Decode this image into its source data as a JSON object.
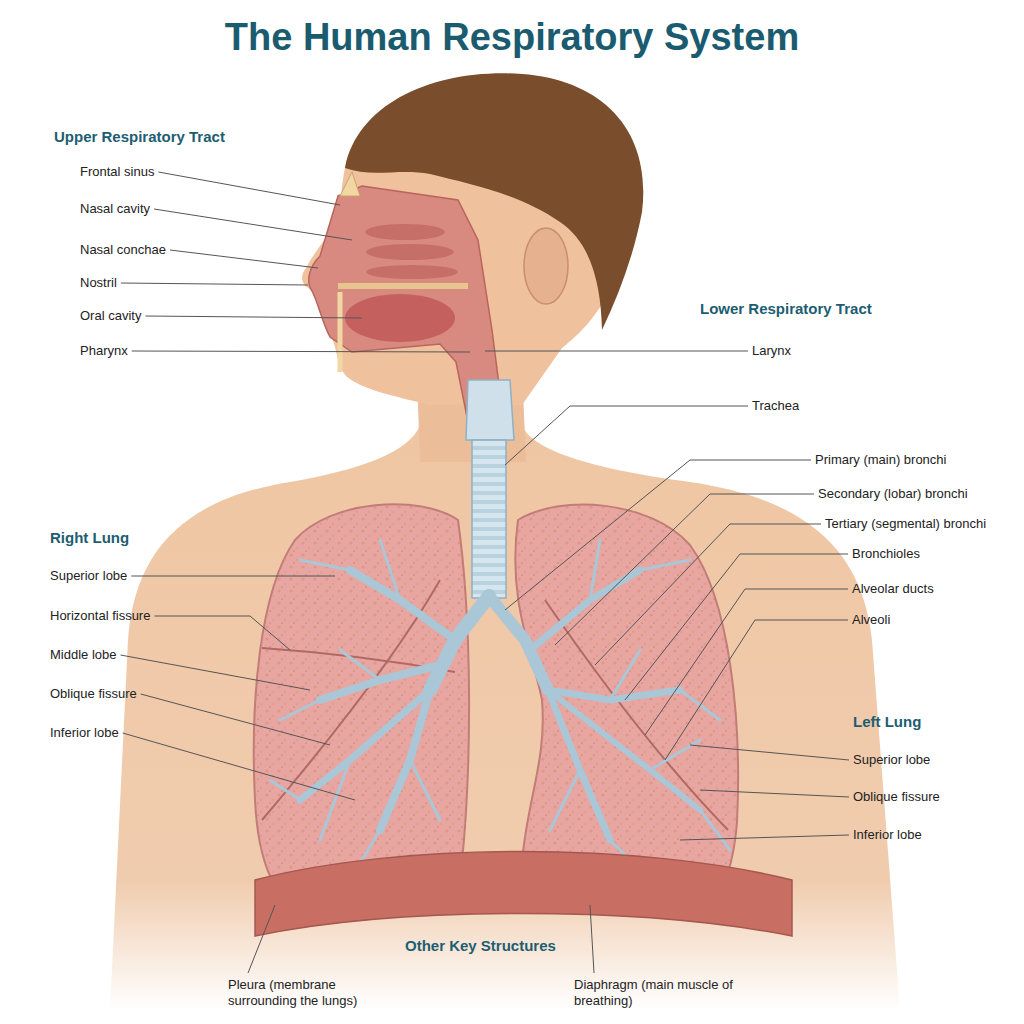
{
  "diagram": {
    "title": "The Human Respiratory System",
    "labels": [
      "Upper Respiratory Tract",
      "Frontal sinus",
      "Nasal cavity",
      "Nasal conchae",
      "Nostril",
      "Oral cavity",
      "Pharynx",
      "Lower Respiratory Tract",
      "Larynx",
      "Trachea",
      "Primary (main) bronchi",
      "Secondary (lobar) bronchi",
      "Tertiary (segmental) bronchi",
      "Bronchioles",
      "Alveolar ducts",
      "Alveoli",
      "Right Lung",
      "Superior lobe",
      "Horizontal fissure",
      "Middle lobe",
      "Oblique fissure",
      "Inferior lobe",
      "Left Lung",
      "Superior lobe",
      "Oblique fissure",
      "Inferior lobe",
      "Other Key Structures",
      "Pleura (membrane surrounding the lungs)",
      "Diaphragm (main muscle of breathing)"
    ]
  }
}
